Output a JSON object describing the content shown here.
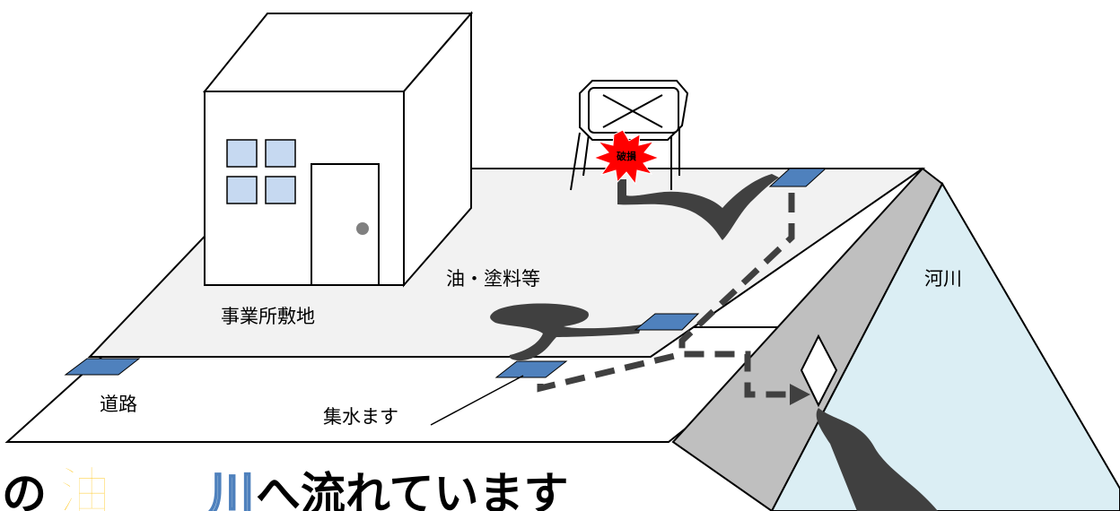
{
  "labels": {
    "site": "事業所敷地",
    "oil_paint": "油・塗料等",
    "road": "道路",
    "catch_basin": "集水ます",
    "river": "河川",
    "damage": "破損"
  },
  "headline": {
    "prefix": "の",
    "oil_char": "油",
    "river_char": "川",
    "suffix": "へ流れています"
  },
  "colors": {
    "ground": "#f2f2f2",
    "road": "#ffffff",
    "embankment": "#bfbfbf",
    "water": "#dbeef4",
    "window": "#c6d9f1",
    "basin": "#4f81bd",
    "oil": "#404040",
    "burst": "#ff0000",
    "headline_oil": "#ffc000",
    "headline_river": "#4f81bd"
  }
}
